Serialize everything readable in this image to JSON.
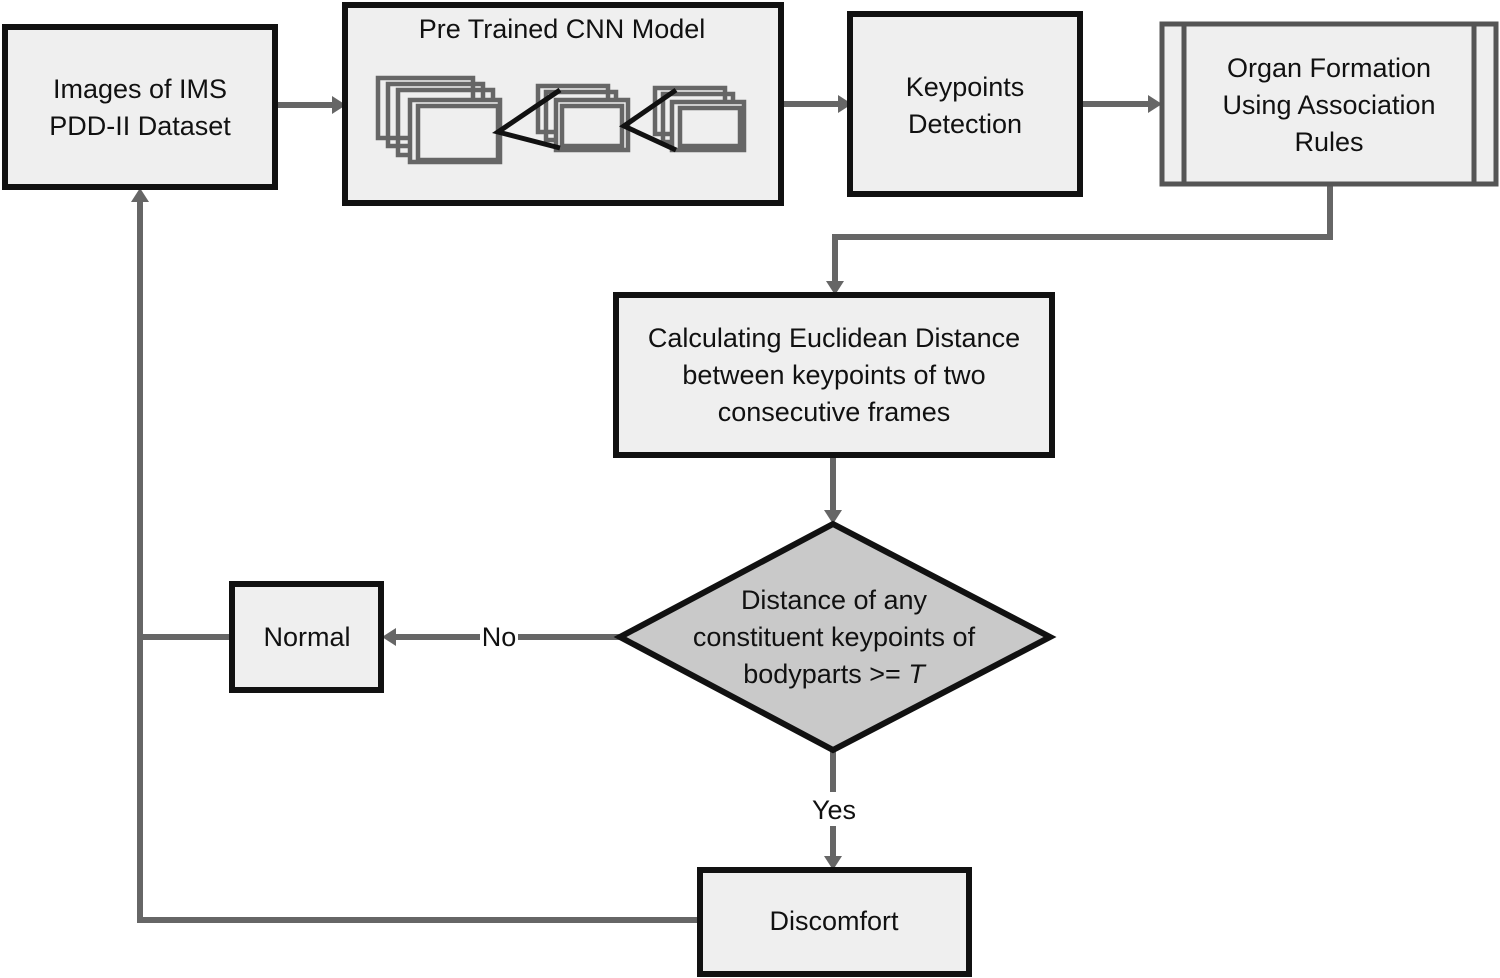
{
  "nodes": {
    "dataset": {
      "line1": "Images of IMS",
      "line2": "PDD-II Dataset"
    },
    "cnn": {
      "title": "Pre Trained CNN Model"
    },
    "keypoints": {
      "line1": "Keypoints",
      "line2": "Detection"
    },
    "organ": {
      "line1": "Organ Formation",
      "line2": "Using Association",
      "line3": "Rules"
    },
    "euclid": {
      "line1": "Calculating Euclidean Distance",
      "line2": "between keypoints of two",
      "line3": "consecutive frames"
    },
    "decision": {
      "line1": "Distance of any",
      "line2": "constituent keypoints of",
      "line3_text": "bodyparts >= ",
      "line3_var": "T"
    },
    "normal": {
      "label": "Normal"
    },
    "discomfort": {
      "label": "Discomfort"
    }
  },
  "edge_labels": {
    "no": "No",
    "yes": "Yes"
  },
  "colors": {
    "box_fill": "#efefef",
    "decision_fill": "#c9c9c9",
    "border": "#111111",
    "arrow": "#666666"
  }
}
